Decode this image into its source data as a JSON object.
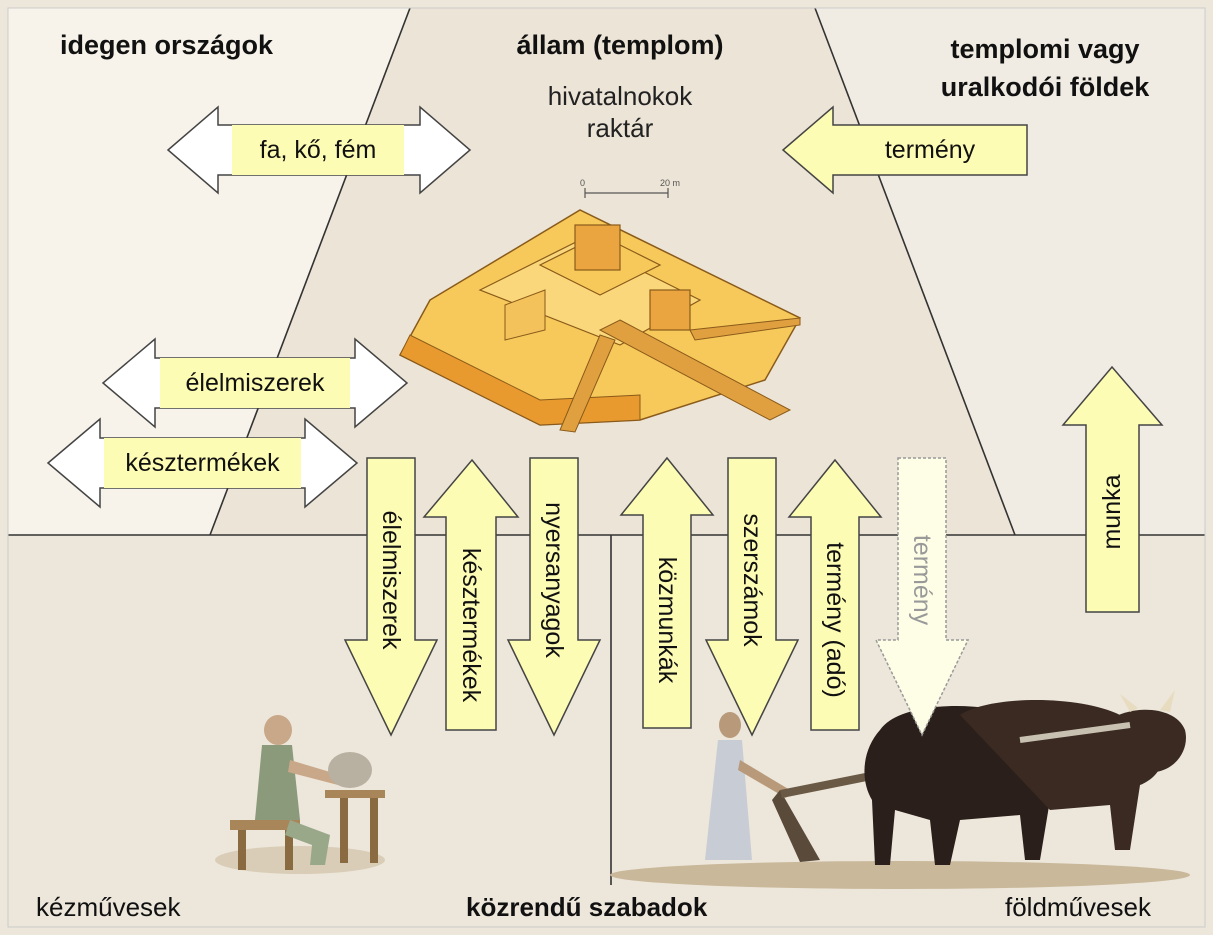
{
  "regions": {
    "foreign": "idegen országok",
    "state_title": "állam (templom)",
    "state_sub1": "hivatalnokok",
    "state_sub2": "raktár",
    "lands_line1": "templomi vagy",
    "lands_line2": "uralkodói földek",
    "craftsmen": "kézművesek",
    "commoners": "közrendű szabadok",
    "farmers": "földművesek"
  },
  "scale_bar": {
    "start": "0",
    "end": "20 m"
  },
  "arrows": {
    "wood_stone_metal": "fa, kő, fém",
    "crop_to_state": "termény",
    "foods_foreign": "élelmiszerek",
    "finished_goods_foreign": "késztermékek",
    "foods_down": "élelmiszerek",
    "finished_goods_up": "késztermékek",
    "raw_materials_down": "nyersanyagok",
    "public_works_up": "közmunkák",
    "tools_down": "szerszámok",
    "crop_tax_up": "termény (adó)",
    "crop_down_faded": "termény",
    "labor_up": "munka"
  },
  "colors": {
    "arrow_fill": "#fdfcb4",
    "arrow_fill_faded": "#fefee6",
    "foreign_bg": "#f7f3ea",
    "state_bg": "#ece4d6",
    "lands_bg": "#f1ece3",
    "lower_bg": "#ede6da",
    "ziggurat": "#f6c95a"
  }
}
